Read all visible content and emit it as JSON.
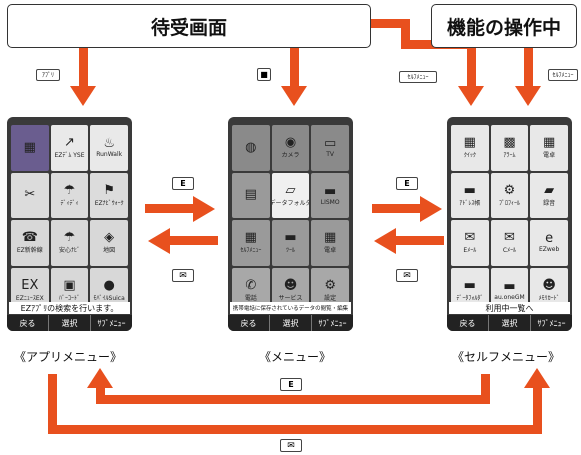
{
  "banners": {
    "standby": "待受画面",
    "in_operation": "機能の操作中"
  },
  "keys": {
    "app": "ｱﾌﾟﾘ",
    "self_menu_left": "ｾﾙﾌﾒﾆｭｰ",
    "self_menu_right": "ｾﾙﾌﾒﾆｭｰ",
    "menu_key_glyph": "■",
    "clear_key_glyph": "E",
    "mail_key_glyph": "✉"
  },
  "screens": {
    "app_menu": {
      "tiles": [
        {
          "label": "",
          "color": "#6a5d8f",
          "glyph": "▦"
        },
        {
          "label": "EZﾃﾞﾑ YSE",
          "color": "#e9e9e9",
          "glyph": "↗"
        },
        {
          "label": "RunWalk",
          "color": "#e9e9e9",
          "glyph": "♨"
        },
        {
          "label": "",
          "color": "#dcdcdc",
          "glyph": "✂"
        },
        {
          "label": "ﾃﾞｨﾃﾞｨ",
          "color": "#dcdcdc",
          "glyph": "☂"
        },
        {
          "label": "EZﾅﾋﾞｳｫｰｸ",
          "color": "#dcdcdc",
          "glyph": "⚑"
        },
        {
          "label": "EZ新幹線",
          "color": "#d8d8d8",
          "glyph": "☎"
        },
        {
          "label": "安心ﾅﾋﾞ",
          "color": "#d8d8d8",
          "glyph": "☂"
        },
        {
          "label": "地図",
          "color": "#d8d8d8",
          "glyph": "◈"
        },
        {
          "label": "EZﾆｭｰｽEX",
          "color": "#d8d8d8",
          "glyph": "EX"
        },
        {
          "label": "ﾊﾞｰｺｰﾄﾞ",
          "color": "#d8d8d8",
          "glyph": "▣"
        },
        {
          "label": "ﾓﾊﾞｲﾙSuica",
          "color": "#d8d8d8",
          "glyph": "●"
        }
      ],
      "status": "EZｱﾌﾟﾘの検索を行います。",
      "softkeys": [
        "戻る",
        "選択",
        "ｻﾌﾞﾒﾆｭｰ"
      ],
      "caption": "《アプリメニュー》"
    },
    "menu": {
      "tiles": [
        {
          "label": "",
          "color": "#8a8a8a",
          "glyph": "◍"
        },
        {
          "label": "カメラ",
          "color": "#8a8a8a",
          "glyph": "◉"
        },
        {
          "label": "TV",
          "color": "#8a8a8a",
          "glyph": "▭"
        },
        {
          "label": "",
          "color": "#9a9a9a",
          "glyph": "▤"
        },
        {
          "label": "データフォルダ",
          "color": "#f0f0f0",
          "glyph": "▱"
        },
        {
          "label": "LISMO",
          "color": "#9a9a9a",
          "glyph": "▬"
        },
        {
          "label": "ｾﾙﾌﾒﾆｭｰ",
          "color": "#9a9a9a",
          "glyph": "▦"
        },
        {
          "label": "ﾂｰﾙ",
          "color": "#9a9a9a",
          "glyph": "▬"
        },
        {
          "label": "電卓",
          "color": "#9a9a9a",
          "glyph": "▦"
        },
        {
          "label": "電話",
          "color": "#a8a8a8",
          "glyph": "✆"
        },
        {
          "label": "サービス",
          "color": "#a8a8a8",
          "glyph": "☻"
        },
        {
          "label": "設定",
          "color": "#a8a8a8",
          "glyph": "⚙"
        }
      ],
      "status": "携帯電話に保存されているデータの閲覧・編集",
      "softkeys": [
        "戻る",
        "選択",
        "ｻﾌﾞﾒﾆｭｰ"
      ],
      "caption": "《メニュー》"
    },
    "self_menu": {
      "tiles": [
        {
          "label": "ｸｲｯｸ",
          "color": "#e8e8e8",
          "glyph": "▦"
        },
        {
          "label": "ｱﾗｰﾑ",
          "color": "#e8e8e8",
          "glyph": "▩"
        },
        {
          "label": "電卓",
          "color": "#e8e8e8",
          "glyph": "▦"
        },
        {
          "label": "ｱﾄﾞﾚｽ帳",
          "color": "#e8e8e8",
          "glyph": "▬"
        },
        {
          "label": "ﾌﾟﾛﾌｨｰﾙ",
          "color": "#e8e8e8",
          "glyph": "⚙"
        },
        {
          "label": "録音",
          "color": "#e8e8e8",
          "glyph": "▰"
        },
        {
          "label": "Eﾒｰﾙ",
          "color": "#e8e8e8",
          "glyph": "✉"
        },
        {
          "label": "Cﾒｰﾙ",
          "color": "#e8e8e8",
          "glyph": "✉"
        },
        {
          "label": "EZweb",
          "color": "#e8e8e8",
          "glyph": "e"
        },
        {
          "label": "ﾃﾞｰﾀﾌｫﾙﾀﾞ",
          "color": "#e8e8e8",
          "glyph": "▬"
        },
        {
          "label": "au.oneGM",
          "color": "#e8e8e8",
          "glyph": "▬"
        },
        {
          "label": "ﾒﾓﾘｶｰﾄﾞ",
          "color": "#e8e8e8",
          "glyph": "☻"
        }
      ],
      "status": "利用中一覧へ",
      "softkeys": [
        "戻る",
        "選択",
        "ｻﾌﾞﾒﾆｭｰ"
      ],
      "caption": "《セルフメニュー》"
    }
  },
  "colors": {
    "arrow": "#e8501e",
    "outline": "#333333"
  }
}
